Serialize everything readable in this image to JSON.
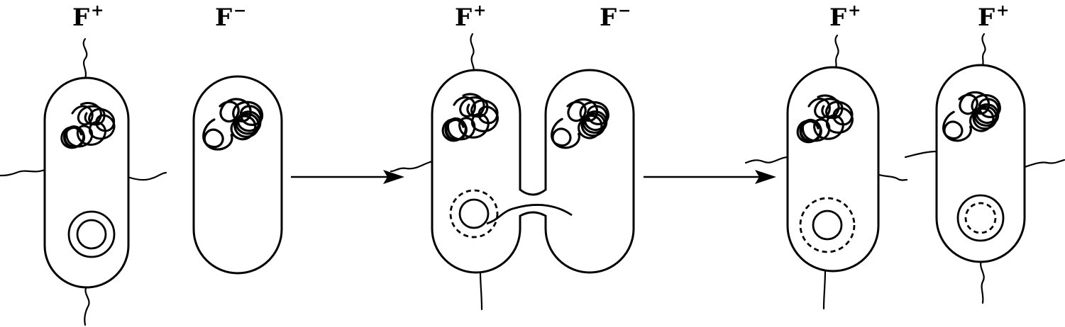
{
  "labels": {
    "stage1_donor": {
      "letter": "F",
      "sign": "+"
    },
    "stage1_recipient": {
      "letter": "F",
      "sign": "−"
    },
    "stage2_donor": {
      "letter": "F",
      "sign": "+"
    },
    "stage2_recipient": {
      "letter": "F",
      "sign": "−"
    },
    "stage3_cell_a": {
      "letter": "F",
      "sign": "+"
    },
    "stage3_cell_b": {
      "letter": "F",
      "sign": "+"
    }
  }
}
